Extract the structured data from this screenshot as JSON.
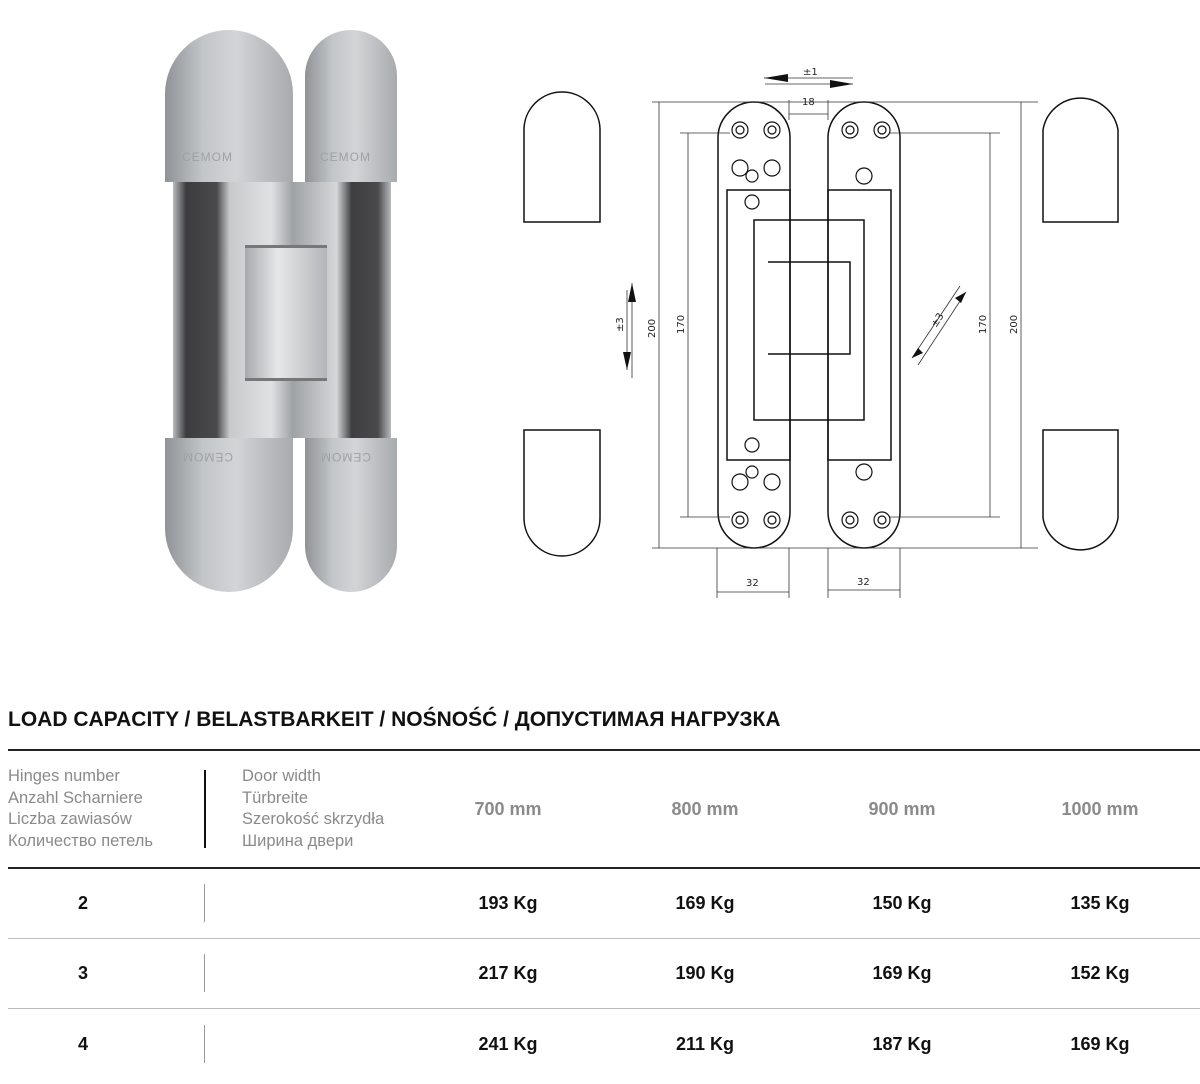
{
  "photo": {
    "brand_top": "CEMOM",
    "brand_bottom": "CEMOM"
  },
  "diagram": {
    "lateral_adjust": "±1",
    "gap": "18",
    "height_adjust": "±3",
    "depth_adjust": "±3",
    "overall_height_left": "200",
    "overall_height_right": "200",
    "hole_spacing_left": "170",
    "hole_spacing_right": "170",
    "leaf_width_left": "32",
    "leaf_width_right": "32"
  },
  "table": {
    "title": "LOAD CAPACITY / BELASTBARKEIT / NOŚNOŚĆ / ДОПУСТИМАЯ НАГРУЗКА",
    "hinges_header": [
      "Hinges number",
      "Anzahl Scharniere",
      "Liczba zawiasów",
      "Количество петель"
    ],
    "width_header": [
      "Door width",
      "Türbreite",
      "Szerokość skrzydła",
      "Ширина двери"
    ],
    "columns": [
      "700 mm",
      "800 mm",
      "900 mm",
      "1000 mm"
    ],
    "rows": [
      {
        "hinges": "2",
        "values": [
          "193 Kg",
          "169 Kg",
          "150 Kg",
          "135 Kg"
        ]
      },
      {
        "hinges": "3",
        "values": [
          "217 Kg",
          "190 Kg",
          "169 Kg",
          "152 Kg"
        ]
      },
      {
        "hinges": "4",
        "values": [
          "241 Kg",
          "211 Kg",
          "187 Kg",
          "169 Kg"
        ]
      }
    ]
  }
}
